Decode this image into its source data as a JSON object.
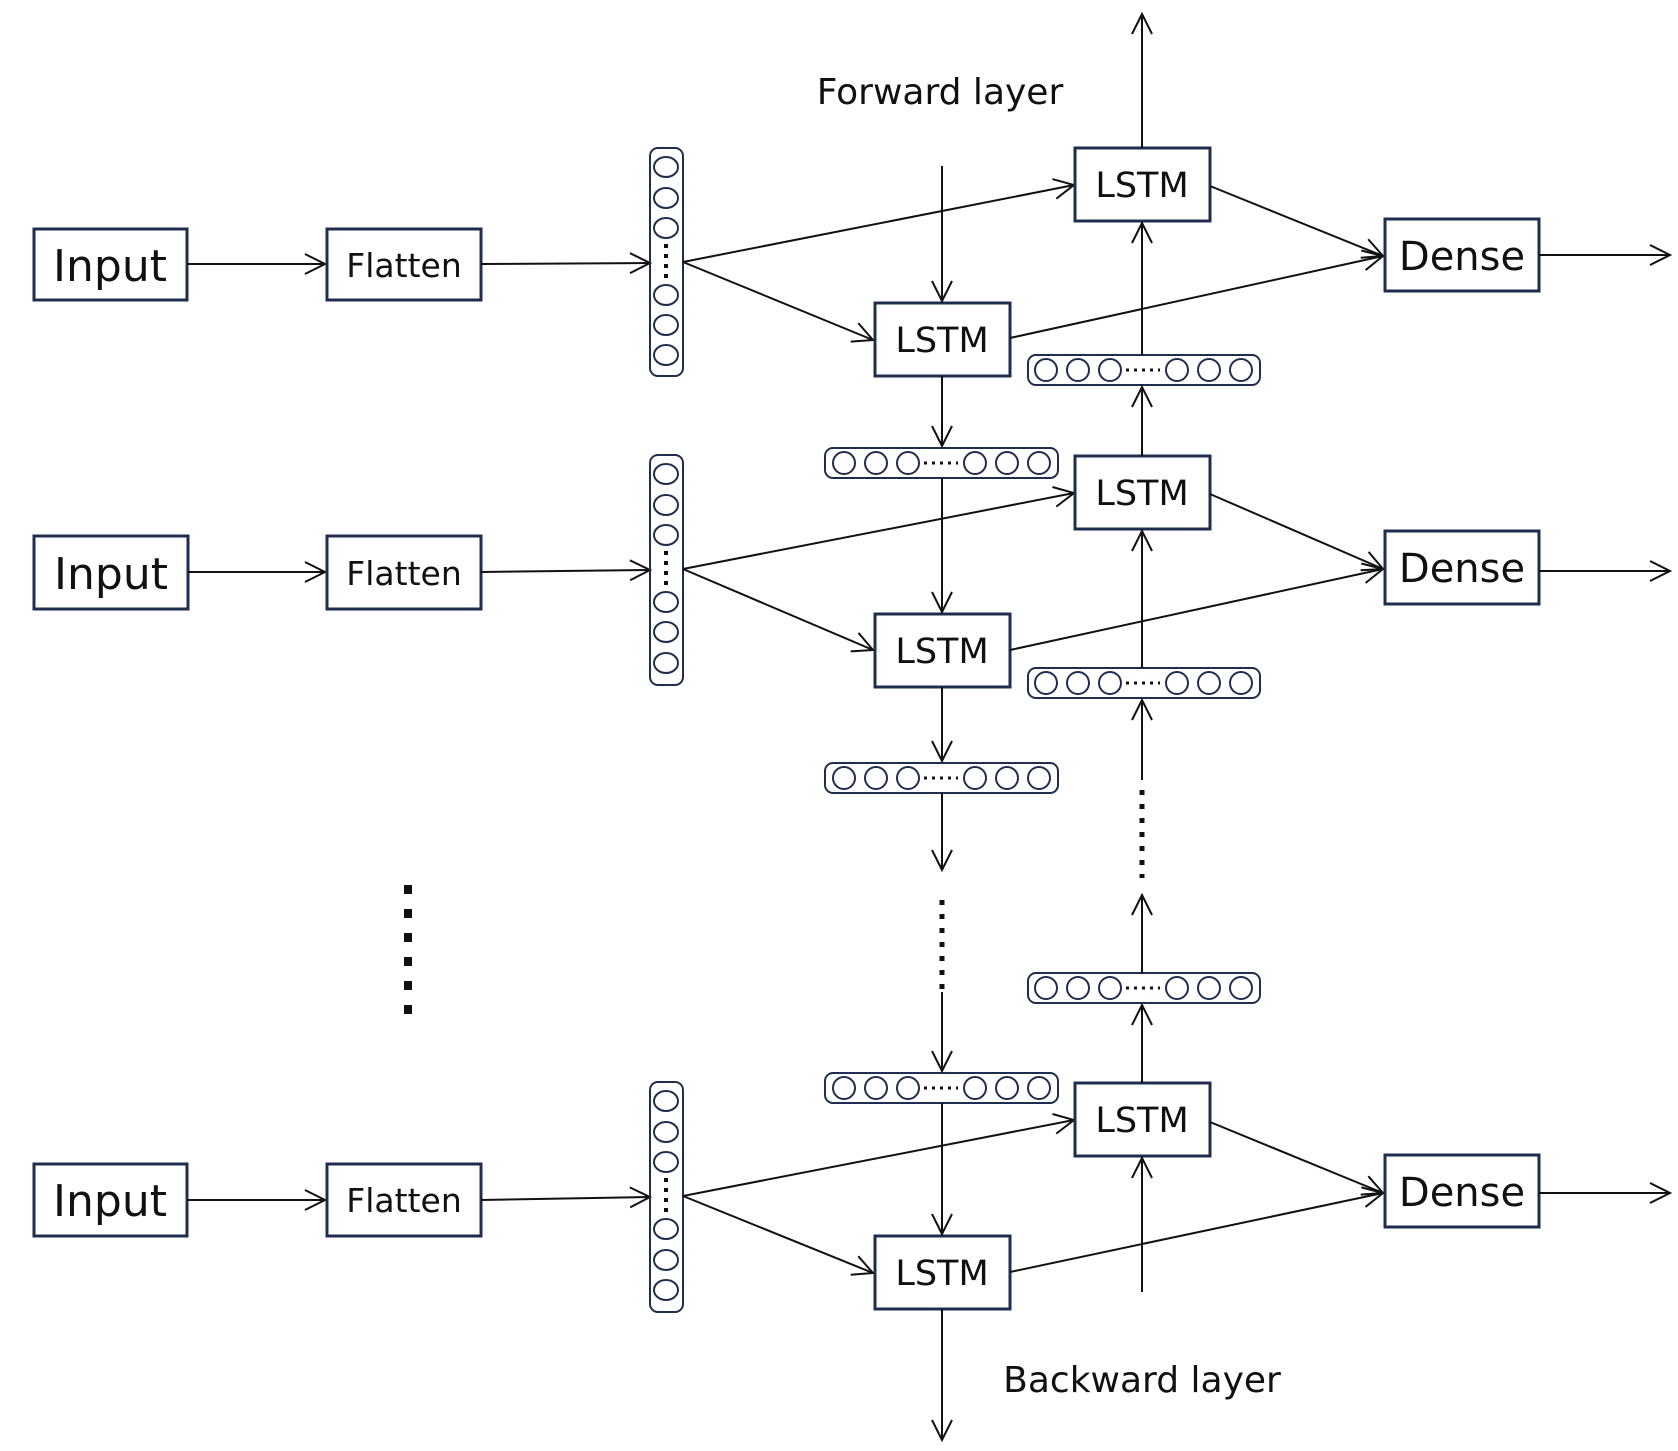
{
  "labels": {
    "forward_layer": "Forward layer",
    "backward_layer": "Backward layer"
  },
  "colors": {
    "box_stroke": "#1f2d4e",
    "arrow": "#111111",
    "vector_stroke": "#1f2d4e"
  },
  "rows": [
    {
      "input": "Input",
      "flatten": "Flatten",
      "forward_lstm": "LSTM",
      "backward_lstm": "LSTM",
      "dense": "Dense"
    },
    {
      "input": "Input",
      "flatten": "Flatten",
      "forward_lstm": "LSTM",
      "backward_lstm": "LSTM",
      "dense": "Dense"
    },
    {
      "input": "Input",
      "flatten": "Flatten",
      "forward_lstm": "LSTM",
      "backward_lstm": "LSTM",
      "dense": "Dense"
    }
  ]
}
